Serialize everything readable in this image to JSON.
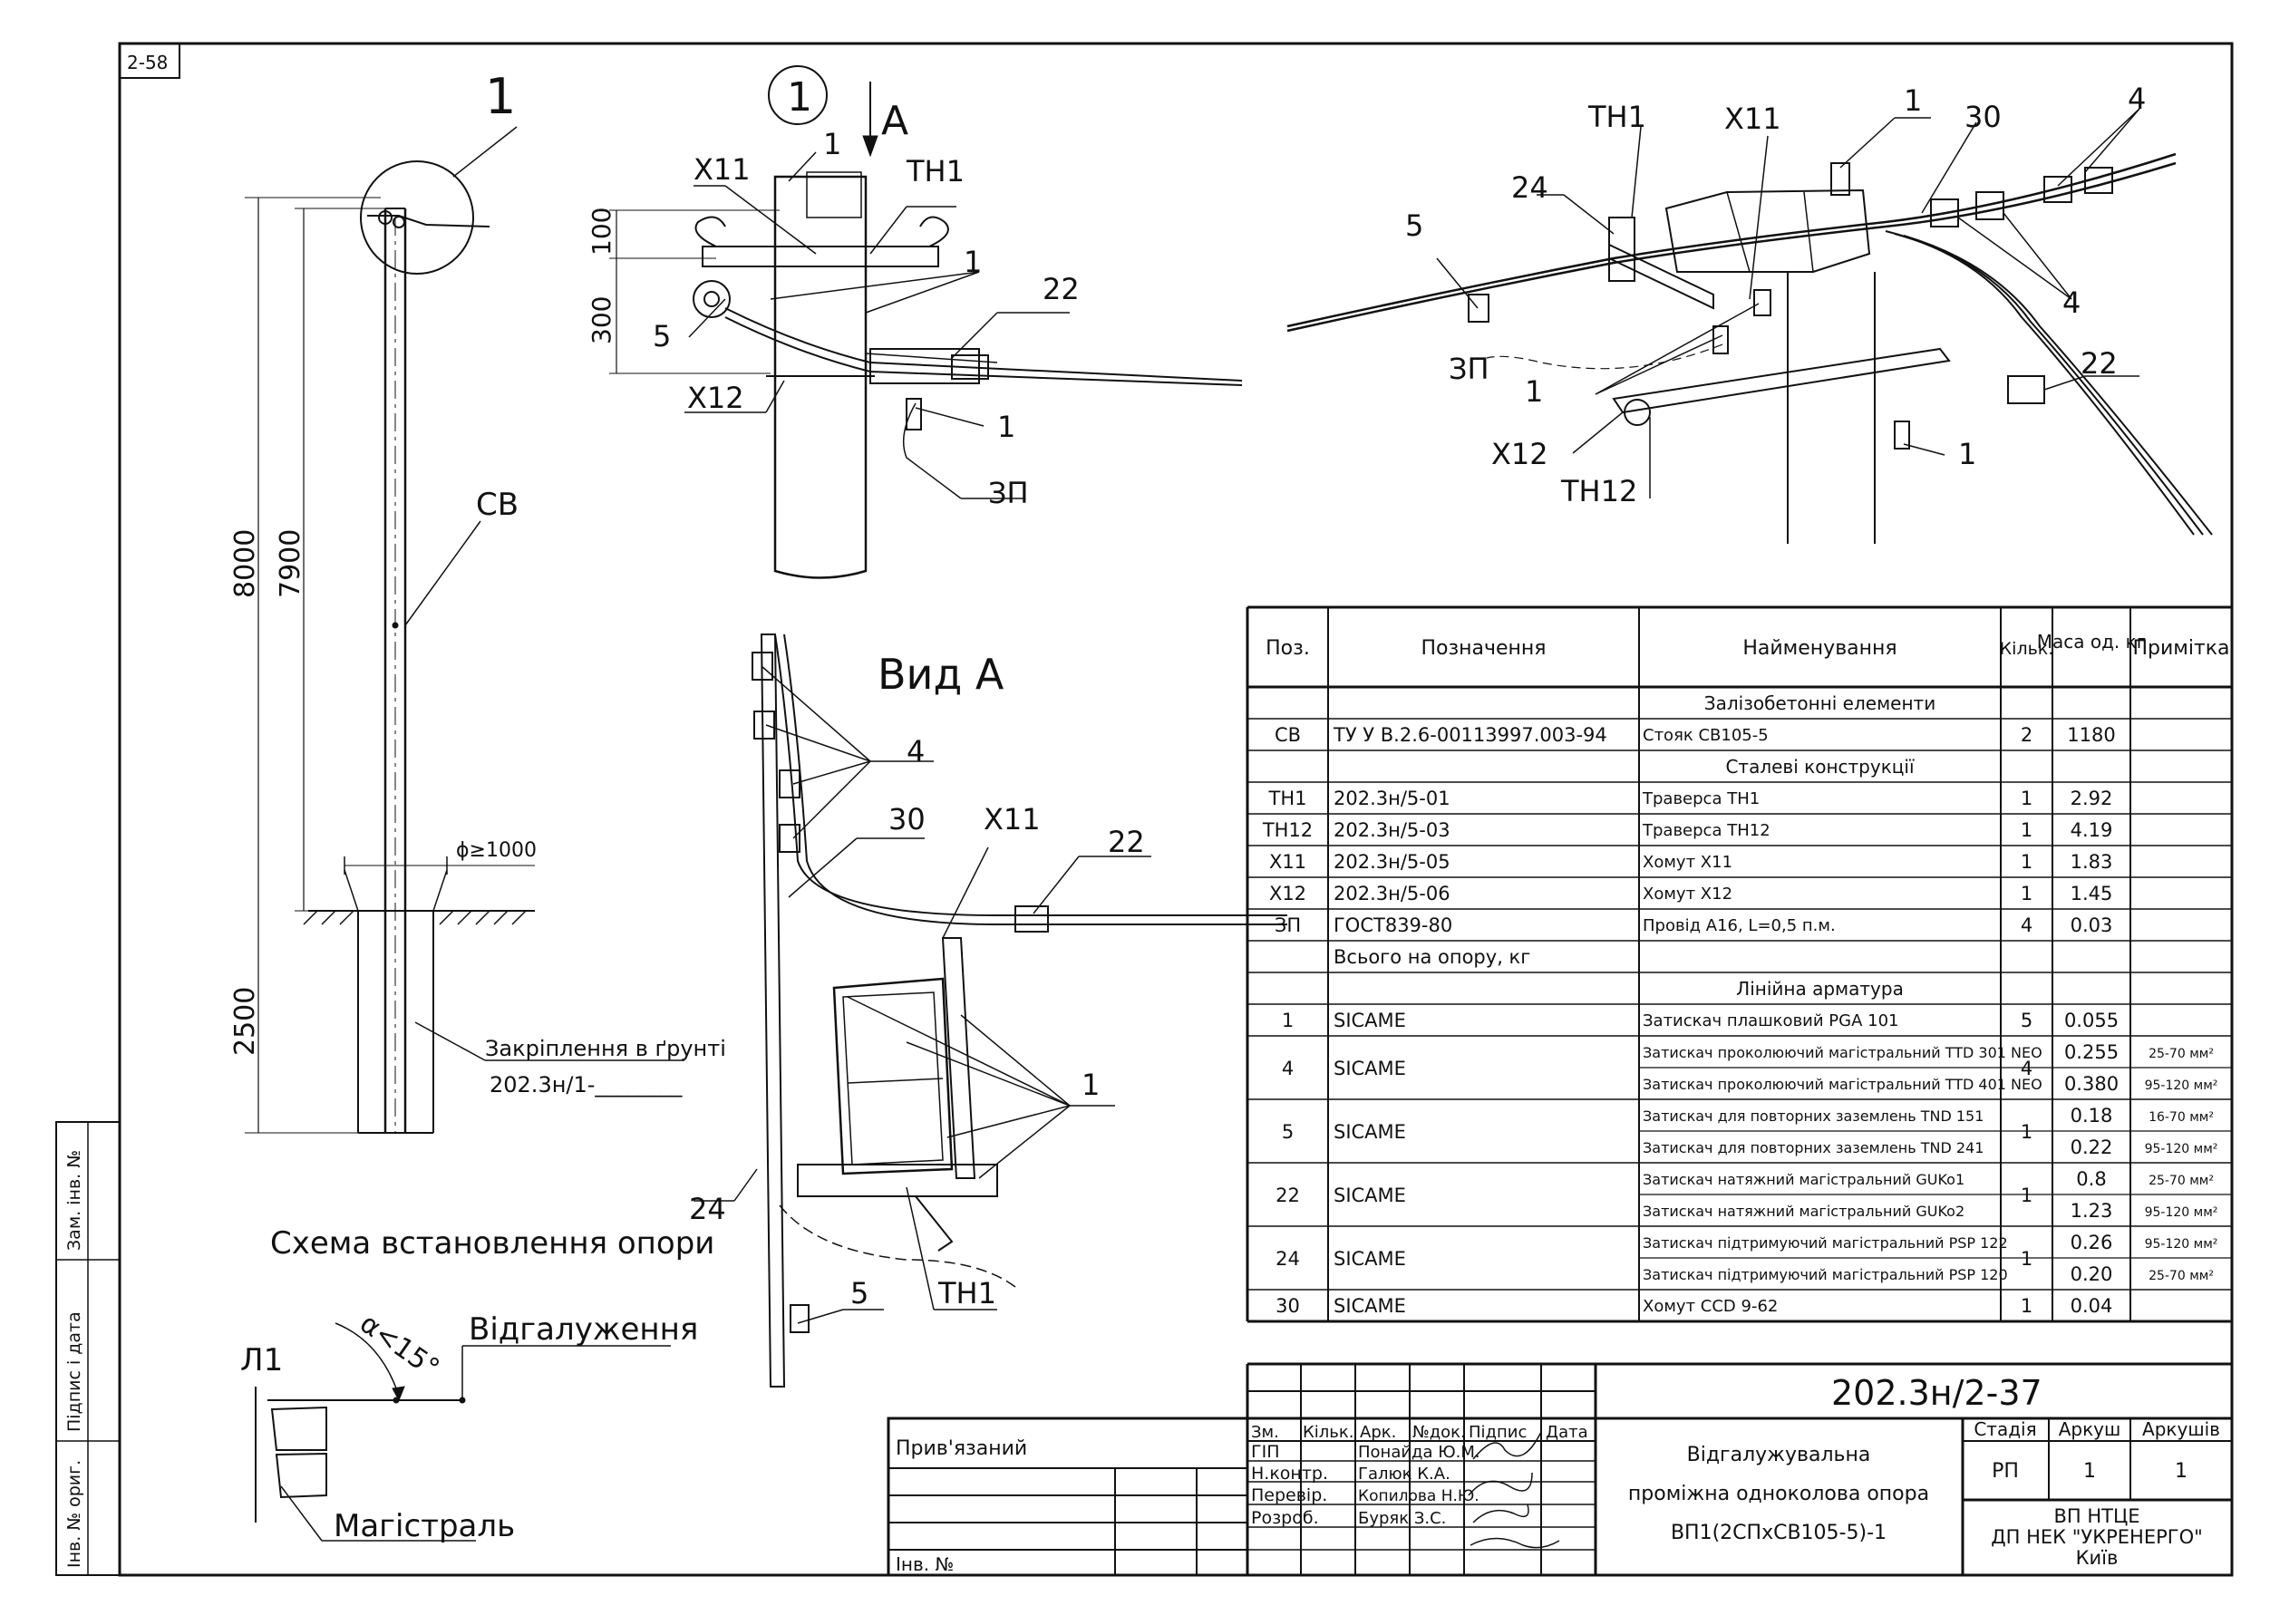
{
  "sheet": {
    "corner_code": "2-58",
    "side_stamps": [
      "Зам. інв. №",
      "Підпис і дата",
      "Інв. № ориг."
    ]
  },
  "view_setup": {
    "title": "Схема встановлення опори",
    "callout_1": "1",
    "pole_label": "СВ",
    "dim_height_total": "8000",
    "dim_height_above": "7900",
    "dim_depth": "2500",
    "dim_diameter": "ϕ≥1000",
    "anchoring_label": "Закріплення в ґрунті",
    "anchoring_ref": "202.3н/1-________"
  },
  "view_detail": {
    "circle_label": "1",
    "arrow_label": "A",
    "dim_100": "100",
    "dim_300": "300",
    "labels": [
      "Х11",
      "ТН1",
      "1",
      "1",
      "5",
      "22",
      "Х12",
      "1",
      "ЗП"
    ]
  },
  "view_3d": {
    "labels": [
      "ТН1",
      "Х11",
      "1",
      "30",
      "4",
      "24",
      "5",
      "4",
      "ЗП",
      "22",
      "1",
      "Х12",
      "ТН12",
      "1"
    ]
  },
  "view_a": {
    "title": "Вид А",
    "labels": [
      "4",
      "30",
      "Х11",
      "22",
      "1",
      "24",
      "5",
      "ТН1"
    ]
  },
  "branch_scheme": {
    "l1": "Л1",
    "angle": "α<15°",
    "branch": "Відгалуження",
    "main": "Магістраль"
  },
  "spec_table": {
    "headers": [
      "Поз.",
      "Позначення",
      "Найменування",
      "Кільк.",
      "Маса од. кг",
      "Примітка"
    ],
    "sections": {
      "s1": "Залізобетонні елементи",
      "s2": "Сталеві конструкції",
      "s3": "Лінійна арматура"
    },
    "rows": [
      {
        "pos": "СВ",
        "code": "ТУ У В.2.6-00113997.003-94",
        "name": "Стояк СВ105-5",
        "qty": "2",
        "mass": "1180",
        "note": ""
      },
      {
        "pos": "ТН1",
        "code": "202.3н/5-01",
        "name": "Траверса ТН1",
        "qty": "1",
        "mass": "2.92",
        "note": ""
      },
      {
        "pos": "ТН12",
        "code": "202.3н/5-03",
        "name": "Траверса ТН12",
        "qty": "1",
        "mass": "4.19",
        "note": ""
      },
      {
        "pos": "Х11",
        "code": "202.3н/5-05",
        "name": "Хомут Х11",
        "qty": "1",
        "mass": "1.83",
        "note": ""
      },
      {
        "pos": "Х12",
        "code": "202.3н/5-06",
        "name": "Хомут Х12",
        "qty": "1",
        "mass": "1.45",
        "note": ""
      },
      {
        "pos": "ЗП",
        "code": "ГОСТ839-80",
        "name": "Провід А16, L=0,5 п.м.",
        "qty": "4",
        "mass": "0.03",
        "note": ""
      },
      {
        "pos": "",
        "code": "Всього на опору, кг",
        "name": "",
        "qty": "",
        "mass": "",
        "note": ""
      },
      {
        "pos": "1",
        "code": "SICAME",
        "name": "Затискач плашковий PGA 101",
        "qty": "5",
        "mass": "0.055",
        "note": ""
      },
      {
        "pos": "4",
        "code": "SICAME",
        "name": "Затискач проколюючий магістральний TTD 301 NEO",
        "name2": "Затискач проколюючий магістральний TTD 401 NEO",
        "qty": "4",
        "mass": "0.255",
        "mass2": "0.380",
        "note": "25-70 мм²",
        "note2": "95-120 мм²"
      },
      {
        "pos": "5",
        "code": "SICAME",
        "name": "Затискач для повторних заземлень TND 151",
        "name2": "Затискач для повторних заземлень TND 241",
        "qty": "1",
        "mass": "0.18",
        "mass2": "0.22",
        "note": "16-70 мм²",
        "note2": "95-120 мм²"
      },
      {
        "pos": "22",
        "code": "SICAME",
        "name": "Затискач натяжний магістральний GUKo1",
        "name2": "Затискач натяжний магістральний GUKo2",
        "qty": "1",
        "mass": "0.8",
        "mass2": "1.23",
        "note": "25-70 мм²",
        "note2": "95-120 мм²"
      },
      {
        "pos": "24",
        "code": "SICAME",
        "name": "Затискач підтримуючий магістральний PSP 122",
        "name2": "Затискач підтримуючий магістральний PSP 120",
        "qty": "1",
        "mass": "0.26",
        "mass2": "0.20",
        "note": "95-120 мм²",
        "note2": "25-70 мм²"
      },
      {
        "pos": "30",
        "code": "SICAME",
        "name": "Хомут CCD 9-62",
        "qty": "1",
        "mass": "0.04",
        "note": ""
      }
    ]
  },
  "title_block": {
    "doc_code": "202.3н/2-37",
    "attached": "Прив'язаний",
    "inv_no": "Інв. №",
    "col_headers": [
      "Зм.",
      "Кільк.",
      "Арк.",
      "№док.",
      "Підпис",
      "Дата"
    ],
    "staff": [
      {
        "role": "ГІП",
        "name": "Понайда Ю.М."
      },
      {
        "role": "Н.контр.",
        "name": "Галюк К.А."
      },
      {
        "role": "Перевір.",
        "name": "Копилова Н.Ю."
      },
      {
        "role": "Розроб.",
        "name": "Буряк З.С."
      }
    ],
    "doc_title": [
      "Відгалужувальна",
      "проміжна одноколова опора",
      "ВП1(2СПхСВ105-5)-1"
    ],
    "stage_label": "Стадія",
    "sheet_label": "Аркуш",
    "sheets_label": "Аркушів",
    "stage": "РП",
    "sheet": "1",
    "sheets": "1",
    "org": [
      "ВП НТЦЕ",
      "ДП НЕК \"УКРЕНЕРГО\"",
      "Київ"
    ]
  }
}
